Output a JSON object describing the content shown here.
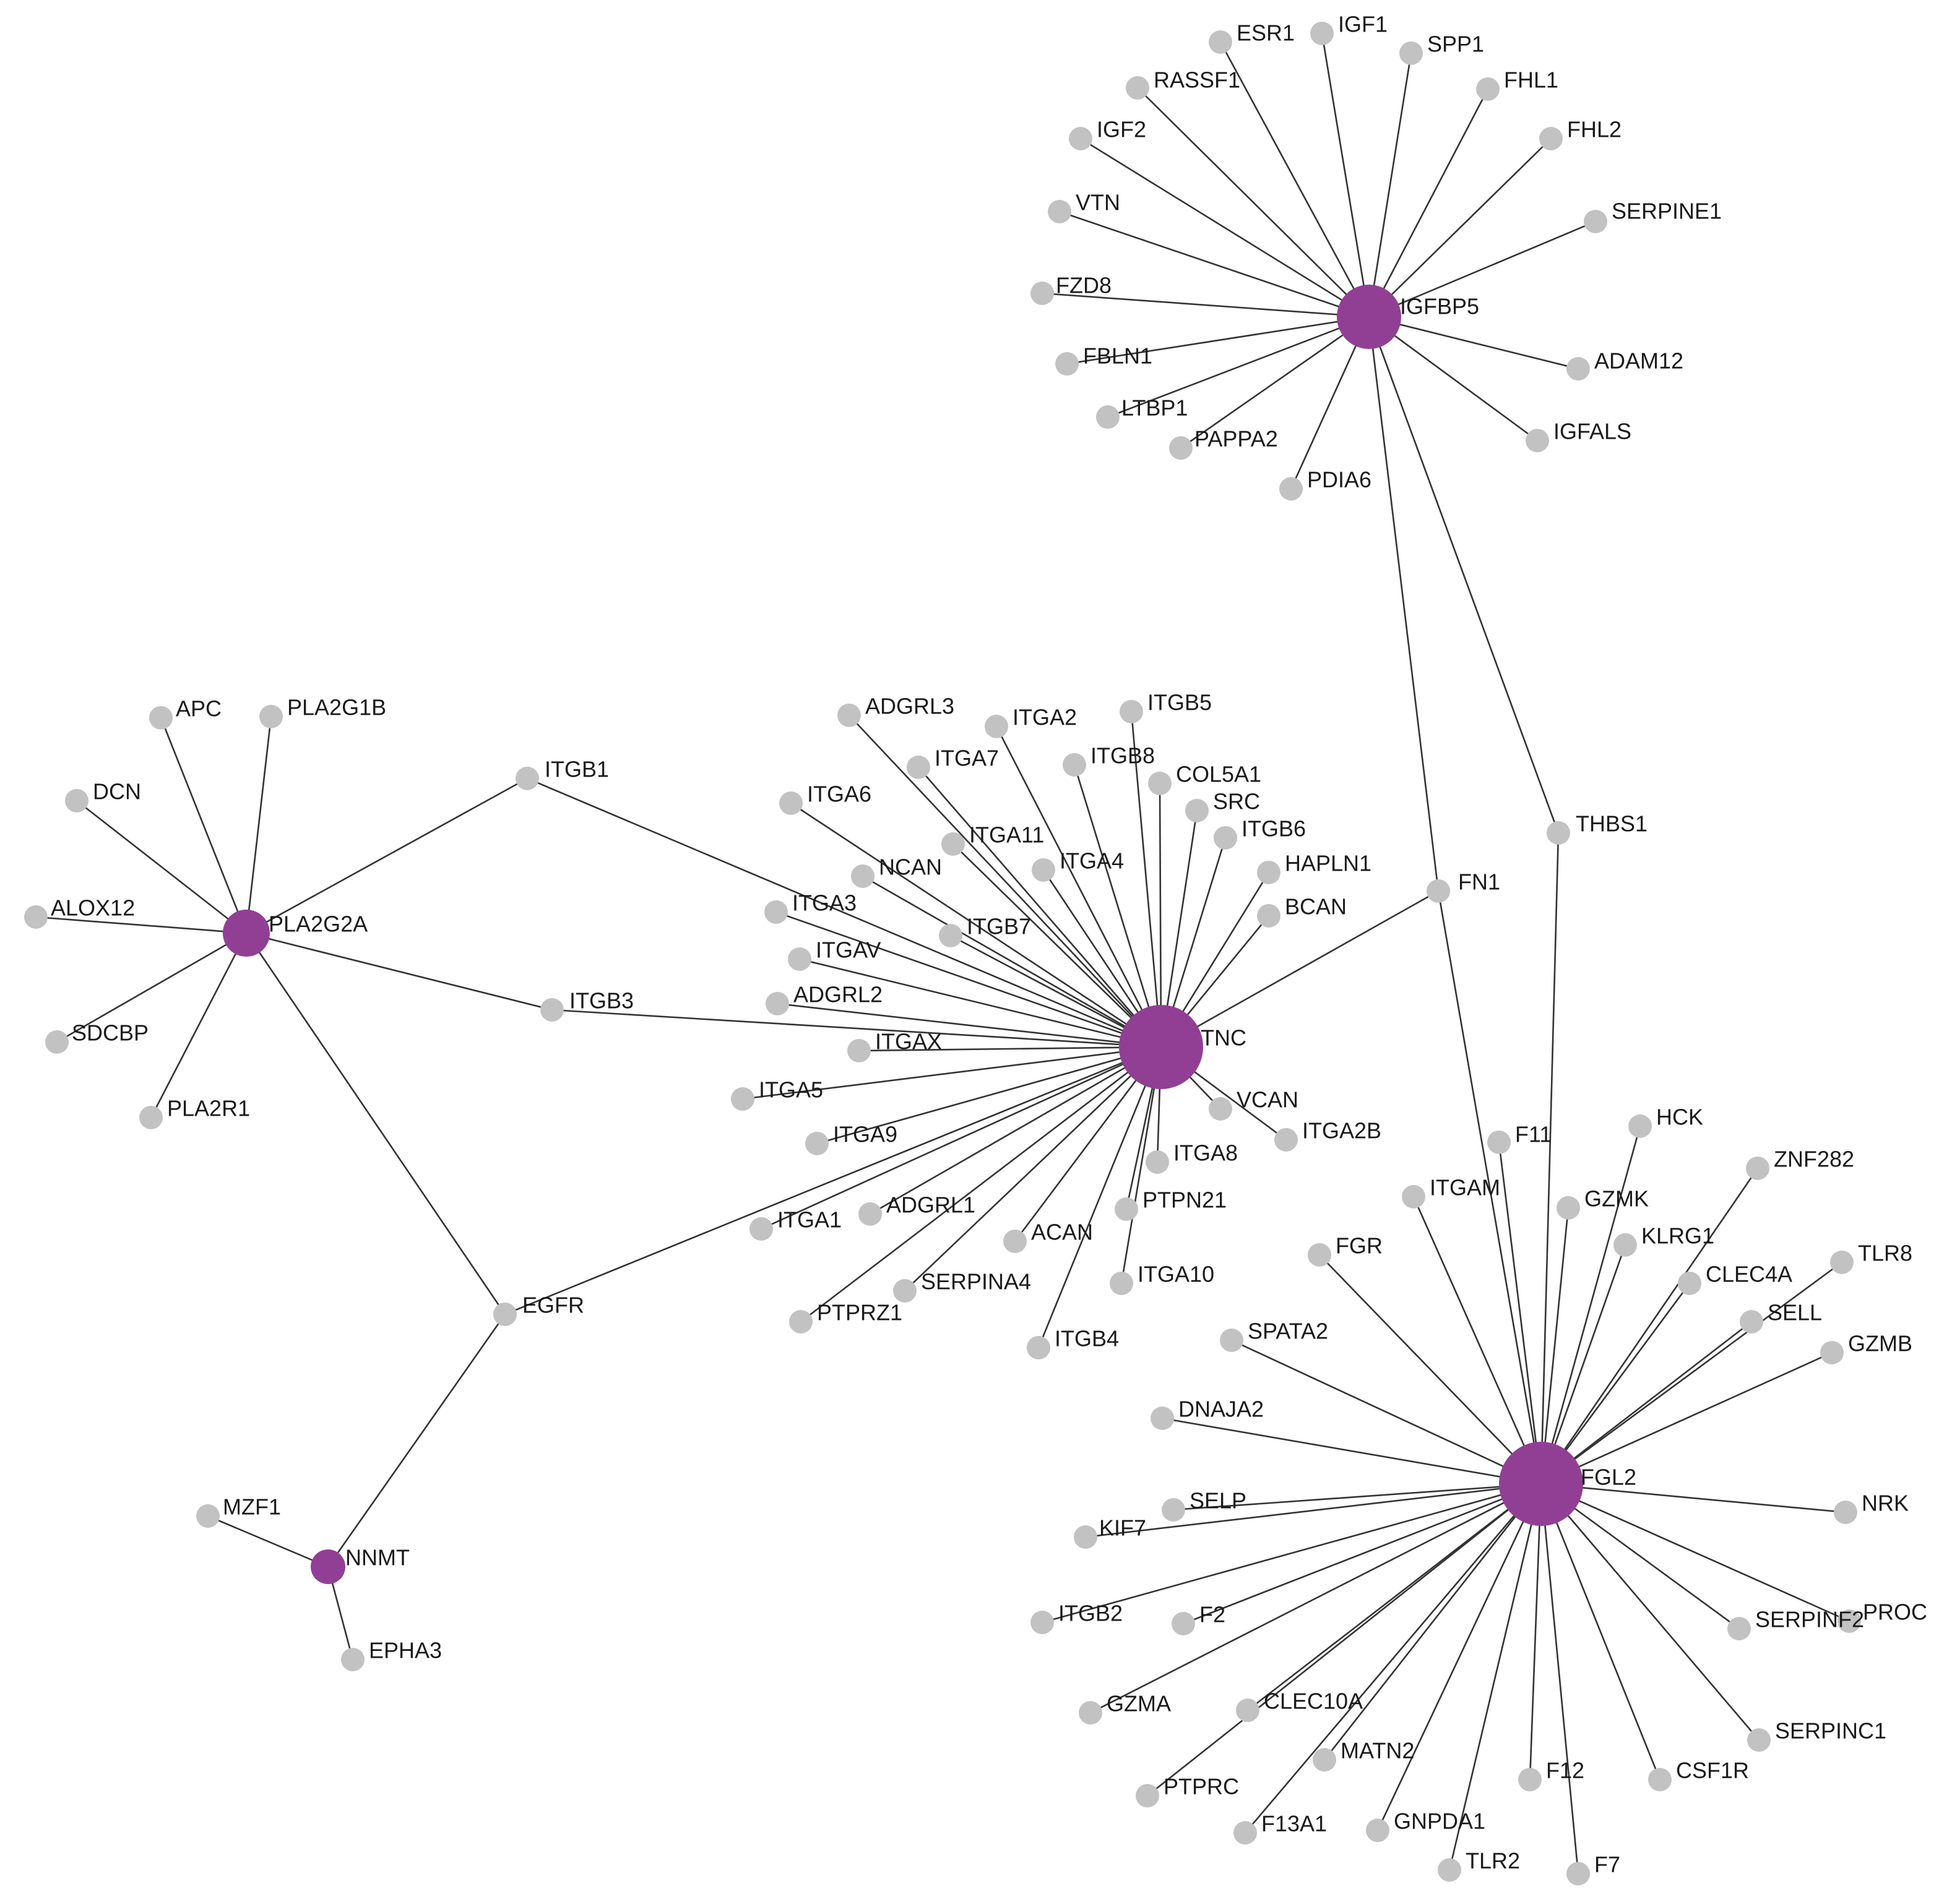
{
  "colors": {
    "hub": "#913f95",
    "node": "#c2c2c2",
    "edge": "#333333",
    "label": "#1a1a1a",
    "background": "#ffffff"
  },
  "nodes": [
    {
      "id": "IGFBP5",
      "hub": true
    },
    {
      "id": "ESR1"
    },
    {
      "id": "IGF1"
    },
    {
      "id": "SPP1"
    },
    {
      "id": "RASSF1"
    },
    {
      "id": "FHL1"
    },
    {
      "id": "IGF2"
    },
    {
      "id": "FHL2"
    },
    {
      "id": "VTN"
    },
    {
      "id": "SERPINE1"
    },
    {
      "id": "FZD8"
    },
    {
      "id": "FBLN1"
    },
    {
      "id": "ADAM12"
    },
    {
      "id": "LTBP1"
    },
    {
      "id": "PAPPA2"
    },
    {
      "id": "IGFALS"
    },
    {
      "id": "PDIA6"
    },
    {
      "id": "PLA2G2A",
      "hub": true
    },
    {
      "id": "APC"
    },
    {
      "id": "PLA2G1B"
    },
    {
      "id": "DCN"
    },
    {
      "id": "ALOX12"
    },
    {
      "id": "SDCBP"
    },
    {
      "id": "PLA2R1"
    },
    {
      "id": "ITGB1"
    },
    {
      "id": "ITGB3"
    },
    {
      "id": "TNC",
      "hub": true
    },
    {
      "id": "ADGRL3"
    },
    {
      "id": "ITGA2"
    },
    {
      "id": "ITGB5"
    },
    {
      "id": "ITGA7"
    },
    {
      "id": "ITGB8"
    },
    {
      "id": "COL5A1"
    },
    {
      "id": "ITGA6"
    },
    {
      "id": "SRC"
    },
    {
      "id": "ITGA11"
    },
    {
      "id": "ITGB6"
    },
    {
      "id": "NCAN"
    },
    {
      "id": "ITGA4"
    },
    {
      "id": "HAPLN1"
    },
    {
      "id": "ITGA3"
    },
    {
      "id": "BCAN"
    },
    {
      "id": "ITGB7"
    },
    {
      "id": "ITGAV"
    },
    {
      "id": "ADGRL2"
    },
    {
      "id": "ITGAX"
    },
    {
      "id": "ITGA5"
    },
    {
      "id": "VCAN"
    },
    {
      "id": "ITGA2B"
    },
    {
      "id": "ITGA9"
    },
    {
      "id": "ITGA8"
    },
    {
      "id": "PTPN21"
    },
    {
      "id": "ADGRL1"
    },
    {
      "id": "ITGA1"
    },
    {
      "id": "ACAN"
    },
    {
      "id": "ITGA10"
    },
    {
      "id": "SERPINA4"
    },
    {
      "id": "PTPRZ1"
    },
    {
      "id": "ITGB4"
    },
    {
      "id": "FN1"
    },
    {
      "id": "THBS1"
    },
    {
      "id": "EGFR"
    },
    {
      "id": "NNMT",
      "hub": true
    },
    {
      "id": "MZF1"
    },
    {
      "id": "EPHA3"
    },
    {
      "id": "FGL2",
      "hub": true
    },
    {
      "id": "F11"
    },
    {
      "id": "HCK"
    },
    {
      "id": "ZNF282"
    },
    {
      "id": "ITGAM"
    },
    {
      "id": "GZMK"
    },
    {
      "id": "KLRG1"
    },
    {
      "id": "TLR8"
    },
    {
      "id": "FGR"
    },
    {
      "id": "CLEC4A"
    },
    {
      "id": "SELL"
    },
    {
      "id": "SPATA2"
    },
    {
      "id": "GZMB"
    },
    {
      "id": "DNAJA2"
    },
    {
      "id": "NRK"
    },
    {
      "id": "SELP"
    },
    {
      "id": "KIF7"
    },
    {
      "id": "PROC"
    },
    {
      "id": "ITGB2"
    },
    {
      "id": "F2"
    },
    {
      "id": "SERPINF2"
    },
    {
      "id": "GZMA"
    },
    {
      "id": "CLEC10A"
    },
    {
      "id": "SERPINC1"
    },
    {
      "id": "MATN2"
    },
    {
      "id": "PTPRC"
    },
    {
      "id": "F12"
    },
    {
      "id": "CSF1R"
    },
    {
      "id": "F13A1"
    },
    {
      "id": "GNPDA1"
    },
    {
      "id": "TLR2"
    },
    {
      "id": "F7"
    }
  ],
  "edges": [
    [
      "IGFBP5",
      "ESR1"
    ],
    [
      "IGFBP5",
      "IGF1"
    ],
    [
      "IGFBP5",
      "SPP1"
    ],
    [
      "IGFBP5",
      "RASSF1"
    ],
    [
      "IGFBP5",
      "FHL1"
    ],
    [
      "IGFBP5",
      "IGF2"
    ],
    [
      "IGFBP5",
      "FHL2"
    ],
    [
      "IGFBP5",
      "VTN"
    ],
    [
      "IGFBP5",
      "SERPINE1"
    ],
    [
      "IGFBP5",
      "FZD8"
    ],
    [
      "IGFBP5",
      "FBLN1"
    ],
    [
      "IGFBP5",
      "ADAM12"
    ],
    [
      "IGFBP5",
      "LTBP1"
    ],
    [
      "IGFBP5",
      "PAPPA2"
    ],
    [
      "IGFBP5",
      "IGFALS"
    ],
    [
      "IGFBP5",
      "PDIA6"
    ],
    [
      "IGFBP5",
      "FN1"
    ],
    [
      "IGFBP5",
      "THBS1"
    ],
    [
      "PLA2G2A",
      "APC"
    ],
    [
      "PLA2G2A",
      "PLA2G1B"
    ],
    [
      "PLA2G2A",
      "DCN"
    ],
    [
      "PLA2G2A",
      "ALOX12"
    ],
    [
      "PLA2G2A",
      "SDCBP"
    ],
    [
      "PLA2G2A",
      "PLA2R1"
    ],
    [
      "PLA2G2A",
      "ITGB1"
    ],
    [
      "PLA2G2A",
      "ITGB3"
    ],
    [
      "PLA2G2A",
      "EGFR"
    ],
    [
      "TNC",
      "ITGB1"
    ],
    [
      "TNC",
      "ITGB3"
    ],
    [
      "TNC",
      "EGFR"
    ],
    [
      "TNC",
      "FN1"
    ],
    [
      "TNC",
      "ADGRL3"
    ],
    [
      "TNC",
      "ITGA2"
    ],
    [
      "TNC",
      "ITGB5"
    ],
    [
      "TNC",
      "ITGA7"
    ],
    [
      "TNC",
      "ITGB8"
    ],
    [
      "TNC",
      "COL5A1"
    ],
    [
      "TNC",
      "ITGA6"
    ],
    [
      "TNC",
      "SRC"
    ],
    [
      "TNC",
      "ITGA11"
    ],
    [
      "TNC",
      "ITGB6"
    ],
    [
      "TNC",
      "NCAN"
    ],
    [
      "TNC",
      "ITGA4"
    ],
    [
      "TNC",
      "HAPLN1"
    ],
    [
      "TNC",
      "ITGA3"
    ],
    [
      "TNC",
      "BCAN"
    ],
    [
      "TNC",
      "ITGB7"
    ],
    [
      "TNC",
      "ITGAV"
    ],
    [
      "TNC",
      "ADGRL2"
    ],
    [
      "TNC",
      "ITGAX"
    ],
    [
      "TNC",
      "ITGA5"
    ],
    [
      "TNC",
      "VCAN"
    ],
    [
      "TNC",
      "ITGA2B"
    ],
    [
      "TNC",
      "ITGA9"
    ],
    [
      "TNC",
      "ITGA8"
    ],
    [
      "TNC",
      "PTPN21"
    ],
    [
      "TNC",
      "ADGRL1"
    ],
    [
      "TNC",
      "ITGA1"
    ],
    [
      "TNC",
      "ACAN"
    ],
    [
      "TNC",
      "ITGA10"
    ],
    [
      "TNC",
      "SERPINA4"
    ],
    [
      "TNC",
      "PTPRZ1"
    ],
    [
      "TNC",
      "ITGB4"
    ],
    [
      "NNMT",
      "EGFR"
    ],
    [
      "NNMT",
      "MZF1"
    ],
    [
      "NNMT",
      "EPHA3"
    ],
    [
      "FGL2",
      "FN1"
    ],
    [
      "FGL2",
      "THBS1"
    ],
    [
      "FGL2",
      "F11"
    ],
    [
      "FGL2",
      "HCK"
    ],
    [
      "FGL2",
      "ZNF282"
    ],
    [
      "FGL2",
      "ITGAM"
    ],
    [
      "FGL2",
      "GZMK"
    ],
    [
      "FGL2",
      "KLRG1"
    ],
    [
      "FGL2",
      "TLR8"
    ],
    [
      "FGL2",
      "FGR"
    ],
    [
      "FGL2",
      "CLEC4A"
    ],
    [
      "FGL2",
      "SELL"
    ],
    [
      "FGL2",
      "SPATA2"
    ],
    [
      "FGL2",
      "GZMB"
    ],
    [
      "FGL2",
      "DNAJA2"
    ],
    [
      "FGL2",
      "NRK"
    ],
    [
      "FGL2",
      "SELP"
    ],
    [
      "FGL2",
      "KIF7"
    ],
    [
      "FGL2",
      "PROC"
    ],
    [
      "FGL2",
      "ITGB2"
    ],
    [
      "FGL2",
      "F2"
    ],
    [
      "FGL2",
      "SERPINF2"
    ],
    [
      "FGL2",
      "GZMA"
    ],
    [
      "FGL2",
      "CLEC10A"
    ],
    [
      "FGL2",
      "SERPINC1"
    ],
    [
      "FGL2",
      "MATN2"
    ],
    [
      "FGL2",
      "PTPRC"
    ],
    [
      "FGL2",
      "F12"
    ],
    [
      "FGL2",
      "CSF1R"
    ],
    [
      "FGL2",
      "F13A1"
    ],
    [
      "FGL2",
      "GNPDA1"
    ],
    [
      "FGL2",
      "TLR2"
    ],
    [
      "FGL2",
      "F7"
    ]
  ]
}
